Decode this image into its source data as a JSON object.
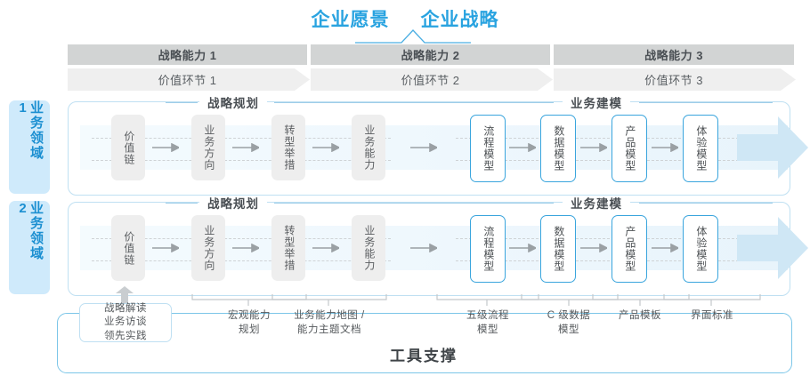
{
  "header": {
    "titles": [
      "企业愿景",
      "企业战略"
    ],
    "capabilities": [
      "战略能力 1",
      "战略能力 2",
      "战略能力 3"
    ],
    "value_links": [
      "价值环节 1",
      "价值环节 2",
      "价值环节 3"
    ]
  },
  "colors": {
    "accent_blue": "#29a3e0",
    "node_border_blue": "#3aa5dd",
    "sidebar_bg": "#cfeafb",
    "cap_bar_grey": "#d2d4d4",
    "value_bar_grey": "#efefef",
    "node_grey": "#eeeeee",
    "arrow_grey": "#9aa0a4",
    "band_blue": "#eef7fd"
  },
  "sidebar": {
    "items": [
      {
        "label": "业务领域 1"
      },
      {
        "label": "业务领域 2"
      }
    ]
  },
  "sections": {
    "planning_label": "战略规划",
    "modeling_label": "业务建模"
  },
  "rows": [
    {
      "name": "业务领域 1",
      "planning_nodes": [
        "价值链",
        "业务方向",
        "转型举措",
        "业务能力"
      ],
      "modeling_nodes": [
        "流程模型",
        "数据模型",
        "产品模型",
        "体验模型"
      ]
    },
    {
      "name": "业务领域 2",
      "planning_nodes": [
        "价值链",
        "业务方向",
        "转型举措",
        "业务能力"
      ],
      "modeling_nodes": [
        "流程模型",
        "数据模型",
        "产品模型",
        "体验模型"
      ]
    }
  ],
  "annotations": {
    "highlight_note": [
      "战略解读",
      "业务访谈",
      "领先实践"
    ],
    "labels": [
      {
        "line1": "宏观能力",
        "line2": "规划"
      },
      {
        "line1": "业务能力地图 /",
        "line2": "能力主题文档"
      },
      {
        "line1": "五级流程",
        "line2": "模型"
      },
      {
        "line1": "C 级数据",
        "line2": "模型"
      },
      {
        "line1": "产品模板",
        "line2": ""
      },
      {
        "line1": "界面标准",
        "line2": ""
      }
    ]
  },
  "footer": {
    "tool_support_label": "工具支撑"
  }
}
